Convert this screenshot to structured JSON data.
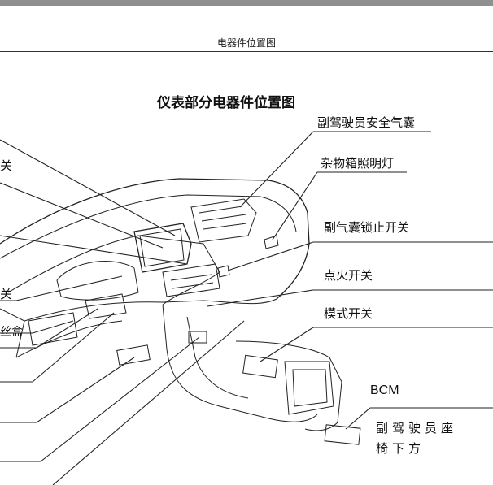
{
  "header": {
    "title": "电器件位置图"
  },
  "diagram": {
    "title": "仪表部分电器件位置图",
    "labels_right": {
      "passenger_airbag": "副驾驶员安全气囊",
      "glovebox_light": "杂物箱照明灯",
      "airbag_lock_switch": "副气囊锁止开关",
      "ignition_switch": "点火开关",
      "mode_switch": "模式开关",
      "bcm": "BCM",
      "bcm_location_line1": "副驾驶员座",
      "bcm_location_line2": "椅下方"
    },
    "labels_left_cut": {
      "switch_1": "关",
      "switch_2": "关",
      "fuse_box": "丝盒"
    }
  }
}
